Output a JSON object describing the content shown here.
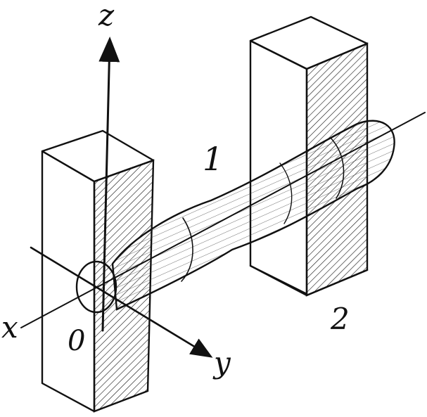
{
  "labels": {
    "axis_z": "z",
    "axis_x": "x",
    "axis_y": "y",
    "origin": "0",
    "part_1": "1",
    "part_2": "2"
  },
  "colors": {
    "ink": "#111111",
    "paper": "#ffffff"
  }
}
